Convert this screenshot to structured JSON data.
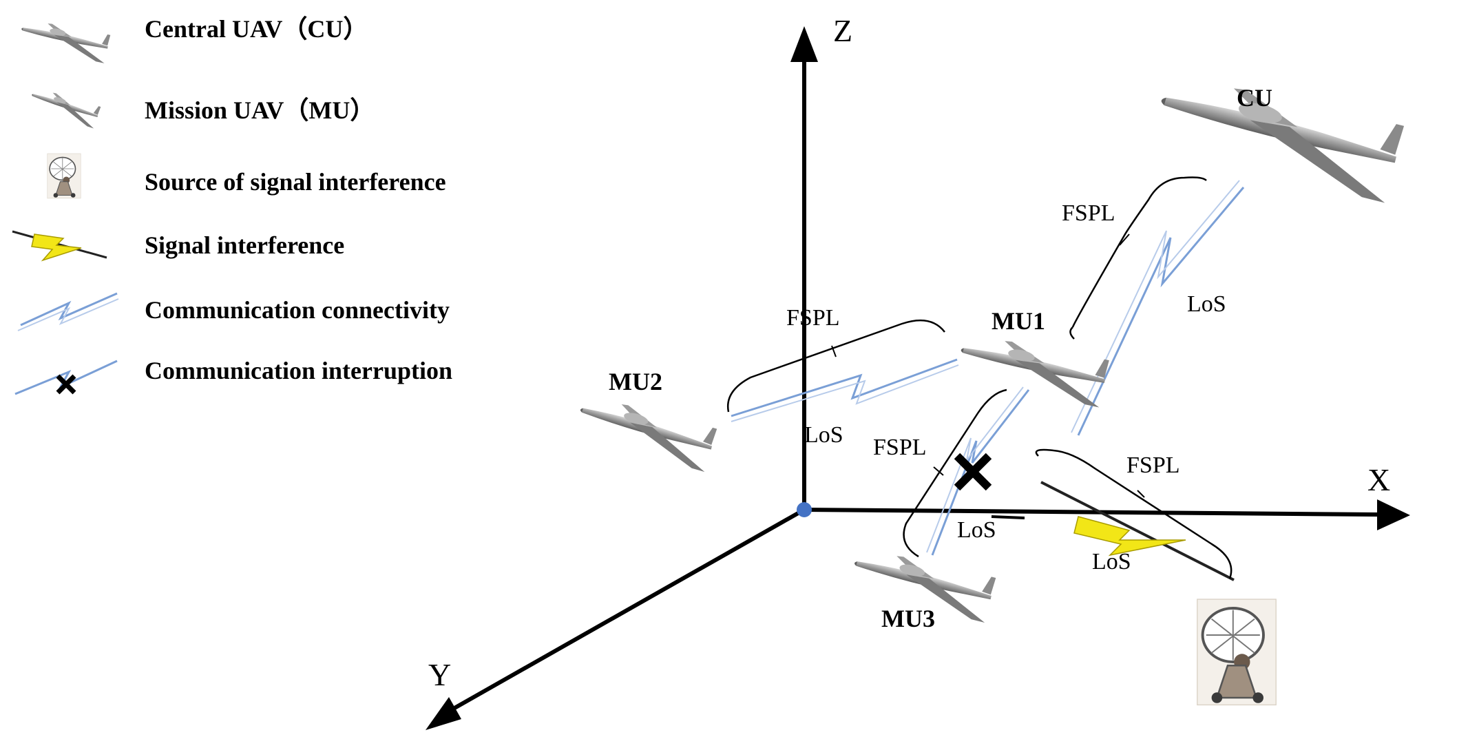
{
  "legend": {
    "items": [
      {
        "icon": "central-uav-icon",
        "label": "Central UAV（CU）"
      },
      {
        "icon": "mission-uav-icon",
        "label": "Mission UAV（MU）"
      },
      {
        "icon": "satellite-dish-icon",
        "label": "Source of signal interference"
      },
      {
        "icon": "lightning-bolt-icon",
        "label": "Signal interference"
      },
      {
        "icon": "zigzag-link-icon",
        "label": "Communication connectivity"
      },
      {
        "icon": "broken-link-icon",
        "label": "Communication interruption"
      }
    ]
  },
  "axes": {
    "x": "X",
    "y": "Y",
    "z": "Z"
  },
  "nodes": {
    "cu": "CU",
    "mu1": "MU1",
    "mu2": "MU2",
    "mu3": "MU3"
  },
  "links": {
    "mu1_cu": {
      "loss": "FSPL",
      "path": "LoS"
    },
    "mu2_mu1": {
      "loss": "FSPL",
      "path": "LoS"
    },
    "mu1_mu3": {
      "loss": "FSPL",
      "path": "LoS"
    },
    "jammer_mu": {
      "loss": "FSPL",
      "path": "LoS"
    }
  },
  "colors": {
    "link": "#7a9fd6",
    "interference": "#f2e617",
    "axis": "#000000",
    "origin": "#4472c4",
    "uav": "#8a8a8a"
  }
}
